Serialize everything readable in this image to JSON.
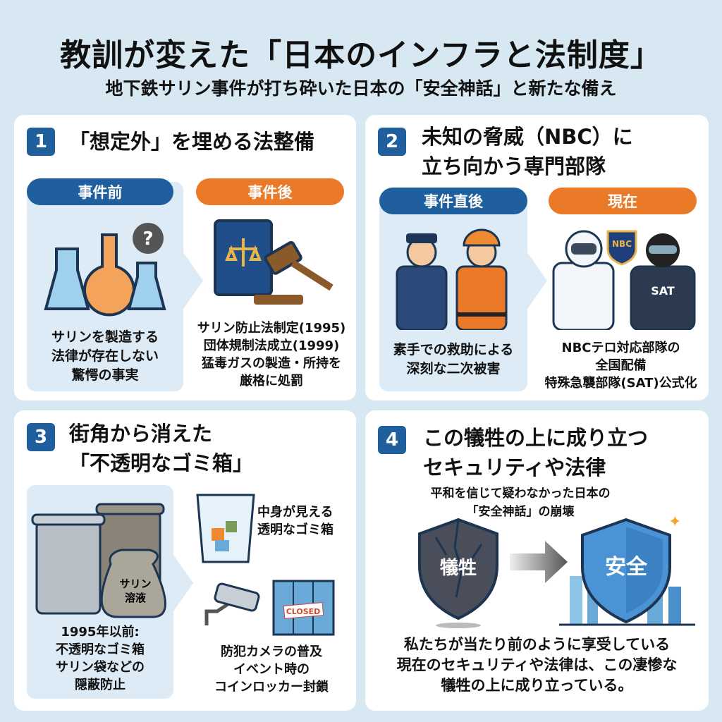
{
  "header": {
    "title": "教訓が変えた「日本のインフラと法制度」",
    "subtitle": "地下鉄サリン事件が打ち砕いた日本の「安全神話」と新たな備え"
  },
  "panels": [
    {
      "number": "1",
      "title": [
        "「想定外」を埋める法整備"
      ],
      "before_label": "事件前",
      "after_label": "事件後",
      "before_text": [
        "サリンを製造する",
        "法律が存在しない",
        "驚愕の事実"
      ],
      "after_text": [
        "サリン防止法制定(1995)",
        "団体規制法成立(1999)",
        "猛毒ガスの製造・所持を",
        "厳格に処罰"
      ]
    },
    {
      "number": "2",
      "title": [
        "未知の脅威（NBC）に",
        "立ち向かう専門部隊"
      ],
      "before_label": "事件直後",
      "after_label": "現在",
      "before_text": [
        "素手での救助による",
        "深刻な二次被害"
      ],
      "after_text": [
        "NBCテロ対応部隊の",
        "全国配備",
        "特殊急襲部隊(SAT)公式化"
      ],
      "badge_text": "NBC",
      "vest_text": "SAT"
    },
    {
      "number": "3",
      "title": [
        "街角から消えた",
        "「不透明なゴミ箱」"
      ],
      "bag_text": [
        "サリン",
        "溶液"
      ],
      "before_text": [
        "1995年以前:",
        "不透明なゴミ箱",
        "サリン袋などの",
        "隠蔽防止"
      ],
      "clear_bin_text": [
        "中身が見える",
        "透明なゴミ箱"
      ],
      "camera_text": [
        "防犯カメラの普及",
        "イベント時の",
        "コインロッカー封鎖"
      ],
      "locker_sign": "CLOSED"
    },
    {
      "number": "4",
      "title": [
        "この犠牲の上に成り立つ",
        "セキュリティや法律"
      ],
      "subtitle": [
        "平和を信じて疑わなかった日本の",
        "「安全神話」の崩壊"
      ],
      "broken_shield": "犠牲",
      "safe_shield": "安全",
      "conclusion": [
        "私たちが当たり前のように享受している",
        "現在のセキュリティや法律は、この凄惨な",
        "犠牲の上に成り立っている。"
      ]
    }
  ],
  "colors": {
    "accent_blue": "#1f5f9e",
    "accent_orange": "#ea7a28",
    "background": "#d7e8f3"
  }
}
